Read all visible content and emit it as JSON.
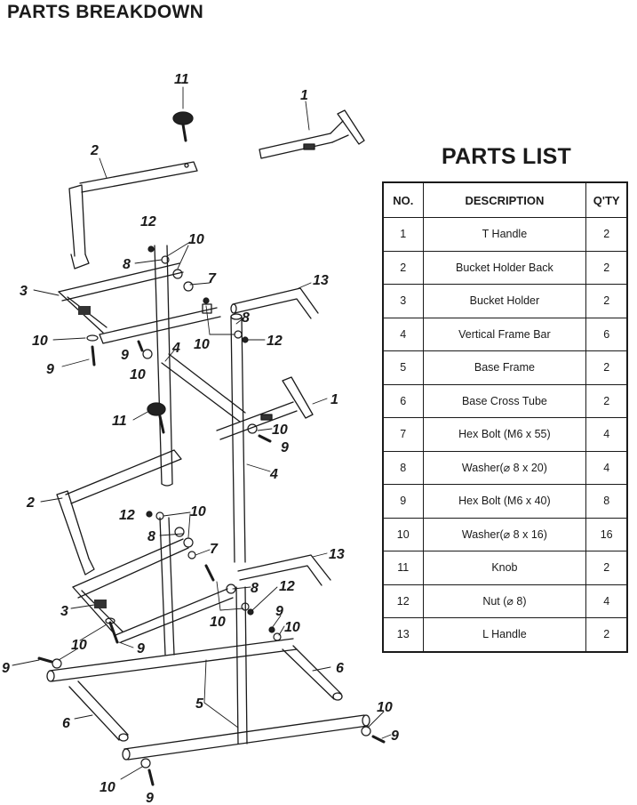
{
  "page_title": "PARTS BREAKDOWN",
  "parts_list": {
    "title": "PARTS LIST",
    "headers": {
      "no": "NO.",
      "description": "DESCRIPTION",
      "qty": "Q'TY"
    },
    "rows": [
      {
        "no": "1",
        "description": "T Handle",
        "qty": "2"
      },
      {
        "no": "2",
        "description": "Bucket Holder Back",
        "qty": "2"
      },
      {
        "no": "3",
        "description": "Bucket Holder",
        "qty": "2"
      },
      {
        "no": "4",
        "description": "Vertical Frame Bar",
        "qty": "6"
      },
      {
        "no": "5",
        "description": "Base Frame",
        "qty": "2"
      },
      {
        "no": "6",
        "description": "Base Cross Tube",
        "qty": "2"
      },
      {
        "no": "7",
        "description": "Hex Bolt (M6 x 55)",
        "qty": "4"
      },
      {
        "no": "8",
        "description": "Washer(⌀ 8 x 20)",
        "qty": "4"
      },
      {
        "no": "9",
        "description": "Hex Bolt (M6 x 40)",
        "qty": "8"
      },
      {
        "no": "10",
        "description": "Washer(⌀ 8 x 16)",
        "qty": "16"
      },
      {
        "no": "11",
        "description": "Knob",
        "qty": "2"
      },
      {
        "no": "12",
        "description": "Nut (⌀ 8)",
        "qty": "4"
      },
      {
        "no": "13",
        "description": "L Handle",
        "qty": "2"
      }
    ]
  },
  "callouts": {
    "c11a": "11",
    "c1a": "1",
    "c2a": "2",
    "c12a": "12",
    "c10a": "10",
    "c8a": "8",
    "c3a": "3",
    "c7a": "7",
    "c13a": "13",
    "c8b": "8",
    "c10b": "10",
    "c12b": "12",
    "c10c": "10",
    "c9a": "9",
    "c9b": "9",
    "c10d": "10",
    "c4a": "4",
    "c1b": "1",
    "c11b": "11",
    "c10e": "10",
    "c9c": "9",
    "c4b": "4",
    "c2b": "2",
    "c12c": "12",
    "c10f": "10",
    "c8c": "8",
    "c7b": "7",
    "c13b": "13",
    "c8d": "8",
    "c12d": "12",
    "c3b": "3",
    "c10g": "10",
    "c9d": "9",
    "c10h": "10",
    "c9e": "9",
    "c10i": "10",
    "c9f": "9",
    "c6a": "6",
    "c6b": "6",
    "c5a": "5",
    "c10j": "10",
    "c9g": "9",
    "c10k": "10",
    "c9h": "9"
  }
}
